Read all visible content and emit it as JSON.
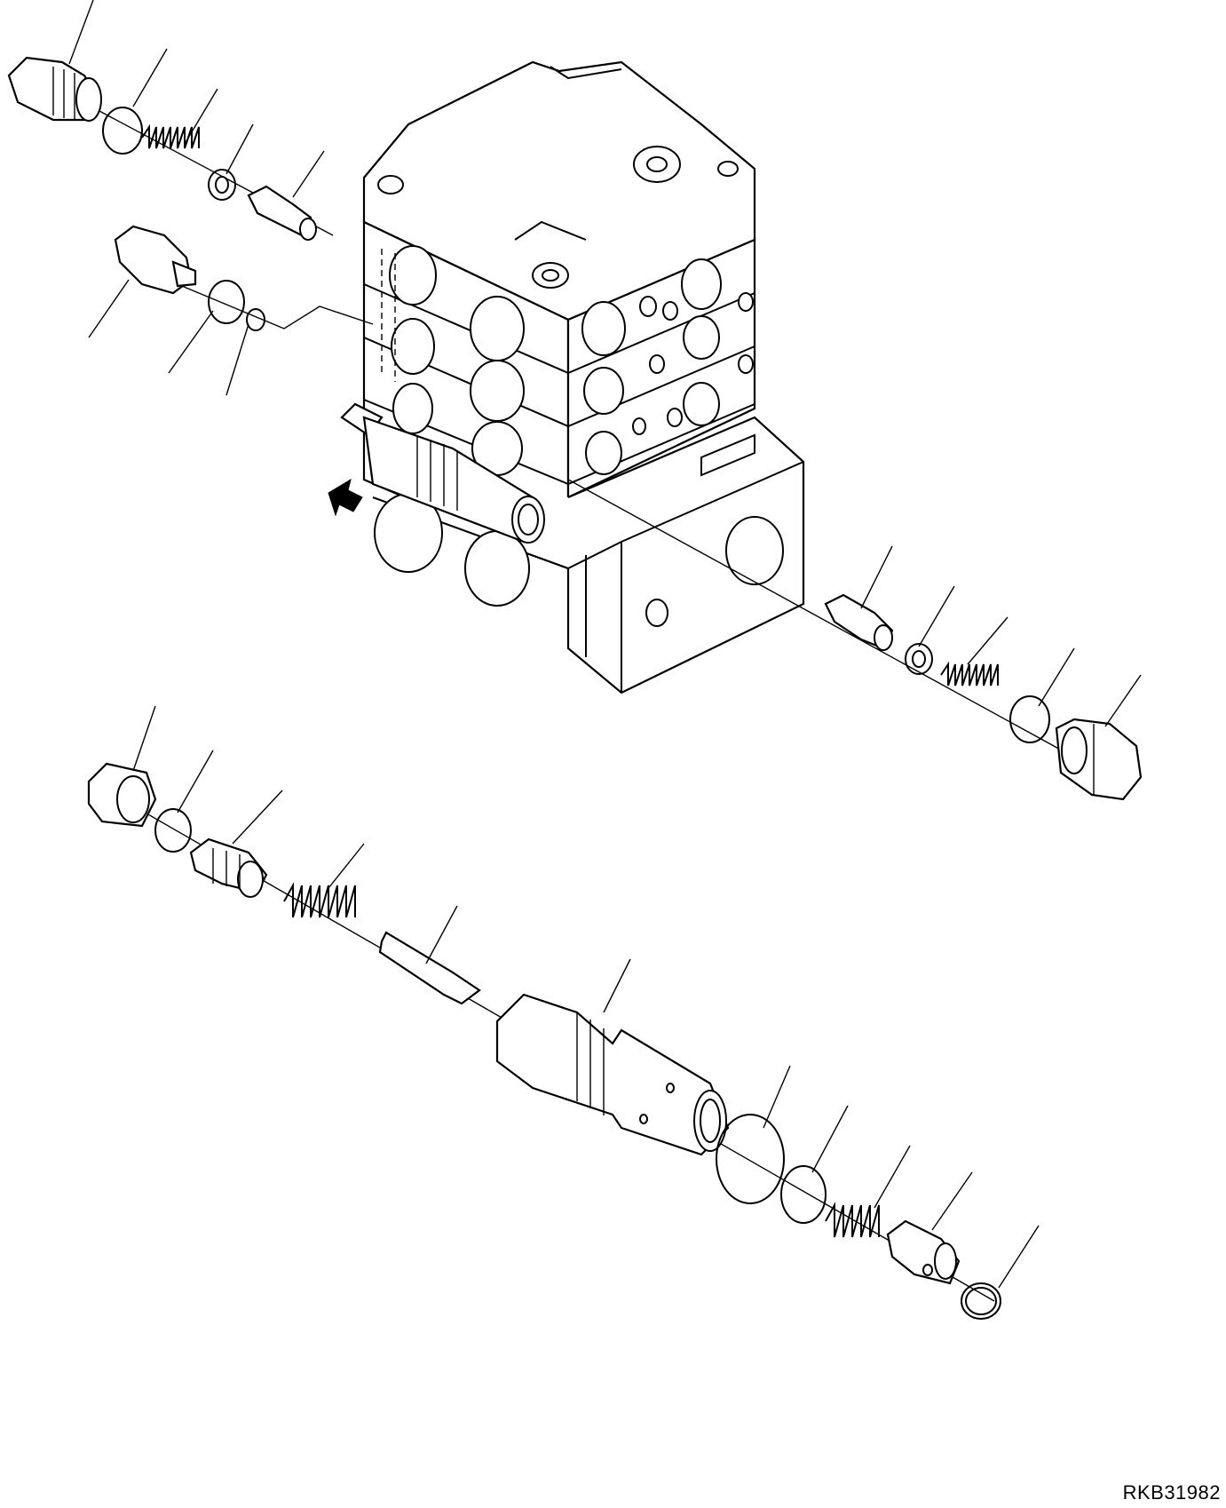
{
  "figure": {
    "code": "RKB31982"
  },
  "components": [
    "plug",
    "o-ring",
    "spring",
    "seat",
    "poppet",
    "plug",
    "o-ring",
    "backup-ring",
    "valve-body",
    "relief-valve-assembly",
    "poppet",
    "seat",
    "spring",
    "o-ring",
    "plug",
    "nut",
    "o-ring",
    "adjuster",
    "spring",
    "pilot-poppet",
    "relief-housing",
    "o-ring",
    "o-ring",
    "spring",
    "main-poppet",
    "snap-ring"
  ]
}
